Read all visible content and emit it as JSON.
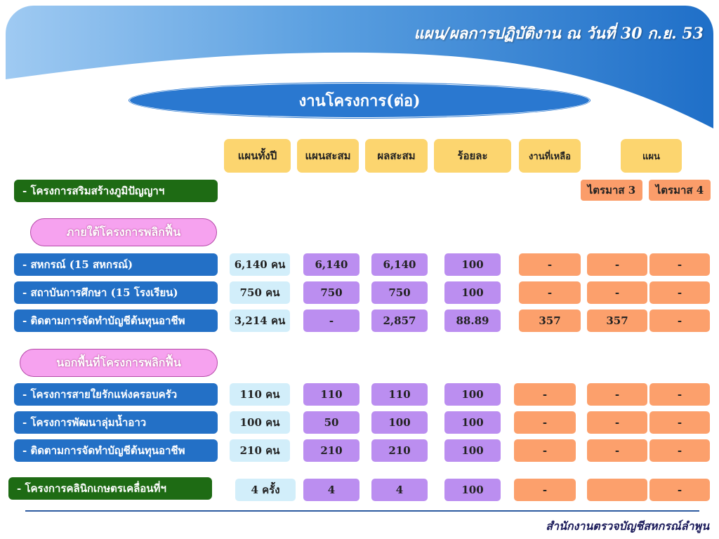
{
  "header": {
    "title": "แผน/ผลการปฏิบัติงาน ณ วันที่ 30 ก.ย. 53"
  },
  "banner": {
    "title": "งานโครงการ(ต่อ)"
  },
  "columns": {
    "annual_plan": "แผนทั้งปี",
    "cum_plan": "แผนสะสม",
    "cum_result": "ผลสะสม",
    "percent": "ร้อยละ",
    "remaining": "งานที่เหลือ",
    "plan": "แผน",
    "q3": "ไตรมาส 3",
    "q4": "ไตรมาส 4"
  },
  "project1": {
    "title": "- โครงการสริมสร้างภูมิปัญญาฯ"
  },
  "group_inside": {
    "label": "ภายใต้โครงการพลิกฟื้น"
  },
  "group_outside": {
    "label": "นอกพื้นที่โครงการพลิกฟื้น"
  },
  "rows_a": [
    {
      "label": "- สหกรณ์ (15 สหกรณ์)",
      "annual": "6,140 คน",
      "cum_plan": "6,140",
      "cum_result": "6,140",
      "percent": "100",
      "remaining": "-",
      "q3": "-",
      "q4": "-"
    },
    {
      "label": "- สถาบันการศึกษา (15 โรงเรียน)",
      "annual": "750 คน",
      "cum_plan": "750",
      "cum_result": "750",
      "percent": "100",
      "remaining": "-",
      "q3": "-",
      "q4": "-"
    },
    {
      "label": "- ติดตามการจัดทำบัญชีต้นทุนอาชีพ",
      "annual": "3,214 คน",
      "cum_plan": "-",
      "cum_result": "2,857",
      "percent": "88.89",
      "remaining": "357",
      "q3": "357",
      "q4": "-"
    }
  ],
  "rows_b": [
    {
      "label": "- โครงการสายใยรักแห่งครอบครัว",
      "annual": "110 คน",
      "cum_plan": "110",
      "cum_result": "110",
      "percent": "100",
      "remaining": "-",
      "q3": "-",
      "q4": "-"
    },
    {
      "label": "- โครงการพัฒนาลุ่มน้ำอาว",
      "annual": "100 คน",
      "cum_plan": "50",
      "cum_result": "100",
      "percent": "100",
      "remaining": "-",
      "q3": "-",
      "q4": "-"
    },
    {
      "label": "- ติดตามการจัดทำบัญชีต้นทุนอาชีพ",
      "annual": "210 คน",
      "cum_plan": "210",
      "cum_result": "210",
      "percent": "100",
      "remaining": "-",
      "q3": "-",
      "q4": "-"
    }
  ],
  "project2": {
    "title": "- โครงการคลินิกเกษตรเคลื่อนที่ฯ",
    "annual": "4 ครั้ง",
    "cum_plan": "4",
    "cum_result": "4",
    "percent": "100",
    "remaining": "-",
    "q3": "",
    "q4": "-"
  },
  "footer": {
    "text": "สำนักงานตรวจบัญชีสหกรณ์ลำพูน"
  }
}
